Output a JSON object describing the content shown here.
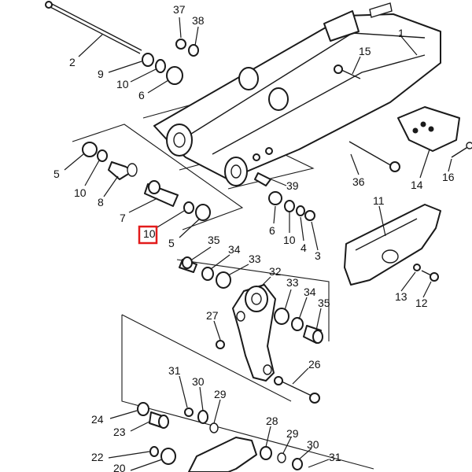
{
  "highlight": {
    "label": "10",
    "color": "#e21b1b"
  },
  "callouts": {
    "c1": "1",
    "c2": "2",
    "c3": "3",
    "c4": "4",
    "c5a": "5",
    "c5b": "5",
    "c6a": "6",
    "c6b": "6",
    "c7": "7",
    "c8": "8",
    "c9": "9",
    "c10a": "10",
    "c10b": "10",
    "c10c": "10",
    "c11": "11",
    "c12": "12",
    "c13": "13",
    "c14": "14",
    "c15": "15",
    "c16": "16",
    "c20": "20",
    "c22": "22",
    "c23": "23",
    "c24": "24",
    "c26": "26",
    "c27": "27",
    "c28": "28",
    "c29a": "29",
    "c29b": "29",
    "c30a": "30",
    "c30b": "30",
    "c31a": "31",
    "c31b": "31",
    "c32": "32",
    "c33a": "33",
    "c33b": "33",
    "c34a": "34",
    "c34b": "34",
    "c35a": "35",
    "c35b": "35",
    "c36": "36",
    "c37": "37",
    "c38": "38",
    "c39": "39"
  }
}
